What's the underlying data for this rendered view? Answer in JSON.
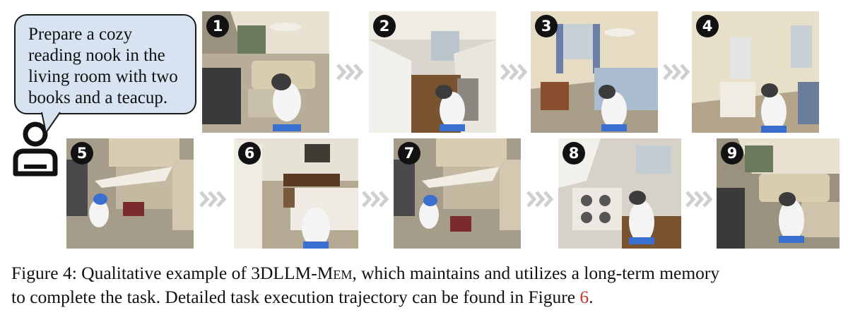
{
  "instruction": {
    "lines": [
      "Prepare a cozy",
      "reading nook in the",
      "living room with two",
      "books and a teacup."
    ]
  },
  "frames": [
    {
      "number": "1",
      "scene": "living room"
    },
    {
      "number": "2",
      "scene": "kitchen"
    },
    {
      "number": "3",
      "scene": "bedroom"
    },
    {
      "number": "4",
      "scene": "bedroom corner"
    },
    {
      "number": "5",
      "scene": "living room"
    },
    {
      "number": "6",
      "scene": "bedroom"
    },
    {
      "number": "7",
      "scene": "living room"
    },
    {
      "number": "8",
      "scene": "kitchen"
    },
    {
      "number": "9",
      "scene": "living room"
    }
  ],
  "caption": {
    "label": "Figure 4:",
    "part1": "Qualitative example of 3DLLM-",
    "part2_smallcaps": "Mem",
    "part3": ", which maintains and utilizes a long-term memory",
    "line2": "to complete the task. Detailed task execution trajectory can be found in Figure ",
    "ref": "6",
    "end": "."
  },
  "colors": {
    "bubble_fill": "#d7e3f1",
    "reference_link": "#c0392b",
    "arrow": "#cfcfcf"
  }
}
